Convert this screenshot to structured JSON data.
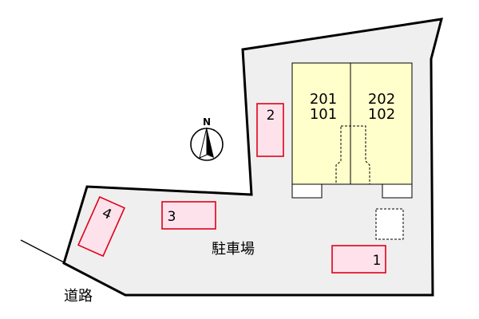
{
  "units": {
    "left": {
      "upper": "201",
      "lower": "101"
    },
    "right": {
      "upper": "202",
      "lower": "102"
    }
  },
  "parking_spaces": [
    "1",
    "2",
    "3",
    "4"
  ],
  "parking_label": "駐車場",
  "road_label": "道路",
  "compass_label": "N",
  "colors": {
    "lot": "#efefef",
    "outline": "#000000",
    "building": "#ffffcc",
    "space_fill": "#fde2ec",
    "space_border": "#e0001a"
  }
}
